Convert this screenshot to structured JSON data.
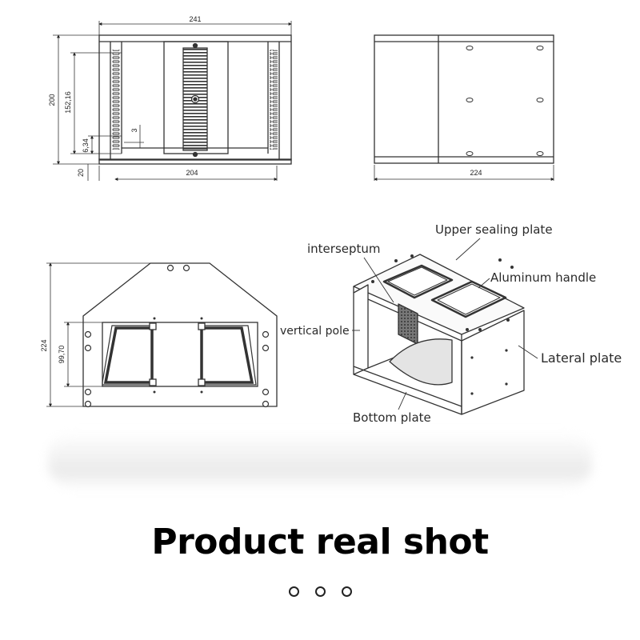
{
  "front_view": {
    "dim_width": "241",
    "dim_height": "200",
    "dim_inner_height": "152,16",
    "dim_small": "6,34",
    "dim_tick": "3",
    "dim_base": "20",
    "dim_bottom_width": "204"
  },
  "side_view": {
    "dim_width": "224"
  },
  "top_view": {
    "dim_height": "224",
    "dim_window": "99,70"
  },
  "labels": {
    "upper_sealing_plate": "Upper sealing plate",
    "interseptum": "interseptum",
    "aluminum_handle": "Aluminum handle",
    "vertical_pole": "vertical pole",
    "lateral_plate": "Lateral plate",
    "bottom_plate": "Bottom plate"
  },
  "heading": "Product real shot",
  "carousel": {
    "dot_count": 3
  }
}
